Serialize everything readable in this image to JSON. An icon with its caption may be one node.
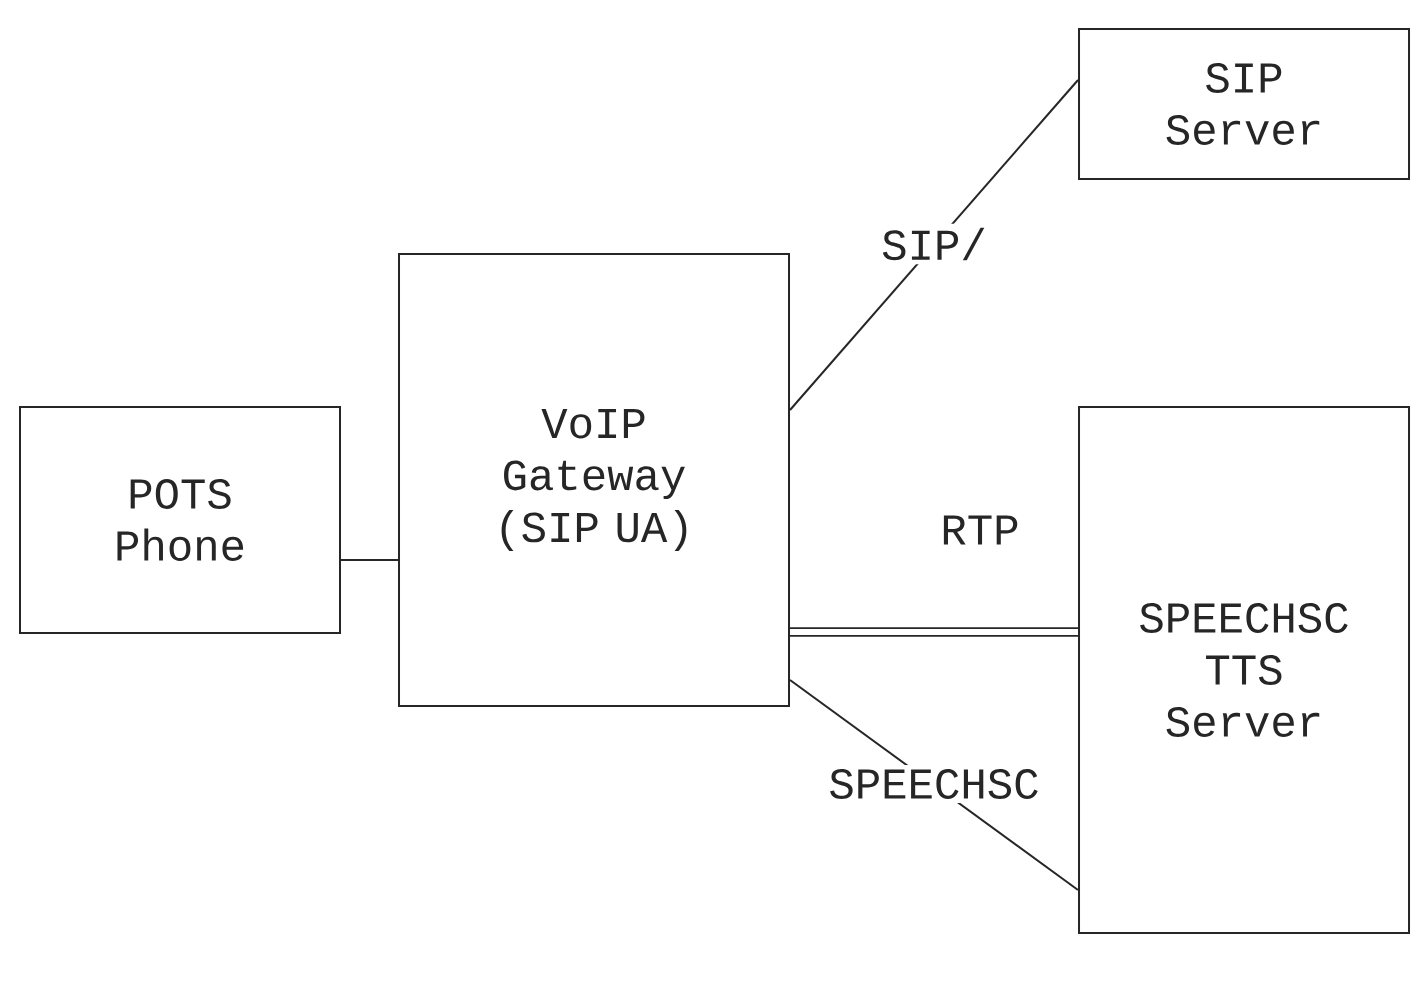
{
  "diagram": {
    "nodes": [
      {
        "text": [
          "POTS Phone"
        ]
      },
      {
        "text": [
          "VoIP Gateway (SIP UA)"
        ]
      },
      {
        "text": [
          "SIP Server"
        ]
      },
      {
        "text": [
          "SPEECHSC TTS Server"
        ]
      }
    ],
    "edges": [
      {
        "from": 0,
        "to": 1,
        "arrow": "none"
      },
      {
        "from": 1,
        "to": 2,
        "arrow": "none",
        "label": "SIP/"
      },
      {
        "from": 1,
        "to": 3,
        "arrow": "none",
        "label": "RTP",
        "style": "thick"
      },
      {
        "from": 1,
        "to": 3,
        "arrow": "none",
        "label": "SPEECHSC"
      }
    ]
  }
}
